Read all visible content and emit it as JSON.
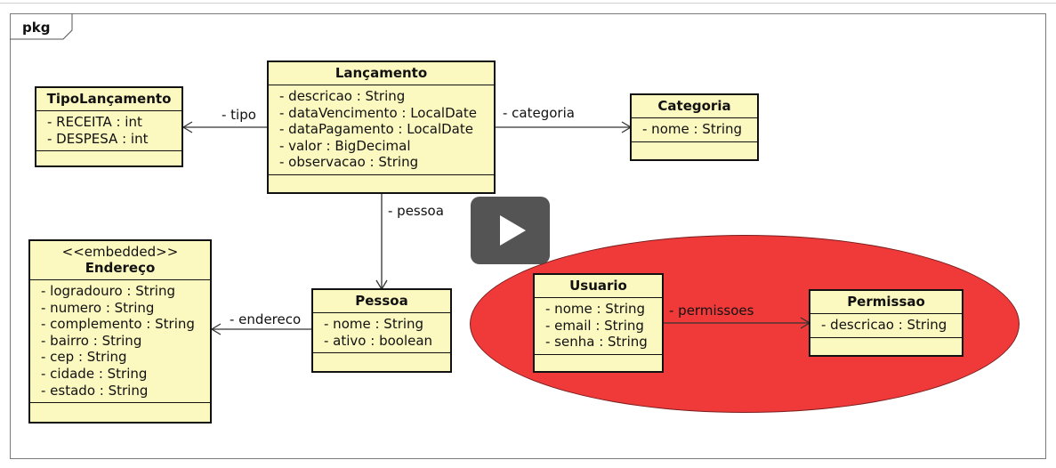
{
  "package": {
    "label": "pkg"
  },
  "classes": {
    "lancamento": {
      "name": "Lançamento",
      "attributes": [
        "- descricao : String",
        "- dataVencimento : LocalDate",
        "- dataPagamento : LocalDate",
        "- valor : BigDecimal",
        "- observacao : String"
      ]
    },
    "tipo_lancamento": {
      "name": "TipoLançamento",
      "attributes": [
        "- RECEITA : int",
        "- DESPESA : int"
      ]
    },
    "categoria": {
      "name": "Categoria",
      "attributes": [
        "- nome : String"
      ]
    },
    "endereco": {
      "stereotype": "<<embedded>>",
      "name": "Endereço",
      "attributes": [
        "- logradouro : String",
        "- numero : String",
        "- complemento : String",
        "- bairro : String",
        "- cep : String",
        "- cidade : String",
        "- estado : String"
      ]
    },
    "pessoa": {
      "name": "Pessoa",
      "attributes": [
        "- nome : String",
        "- ativo : boolean"
      ]
    },
    "usuario": {
      "name": "Usuario",
      "attributes": [
        "- nome : String",
        "- email : String",
        "- senha : String"
      ]
    },
    "permissao": {
      "name": "Permissao",
      "attributes": [
        "- descricao : String"
      ]
    }
  },
  "associations": {
    "tipo": "- tipo",
    "categoria": "- categoria",
    "pessoa": "- pessoa",
    "endereco": "- endereco",
    "permissoes": "- permissoes"
  },
  "colors": {
    "class_fill": "#fcf9c0",
    "highlight_ellipse": "#f03a3a",
    "play_button": "#3c3c3c"
  },
  "overlay": {
    "play_icon": "play-icon"
  }
}
